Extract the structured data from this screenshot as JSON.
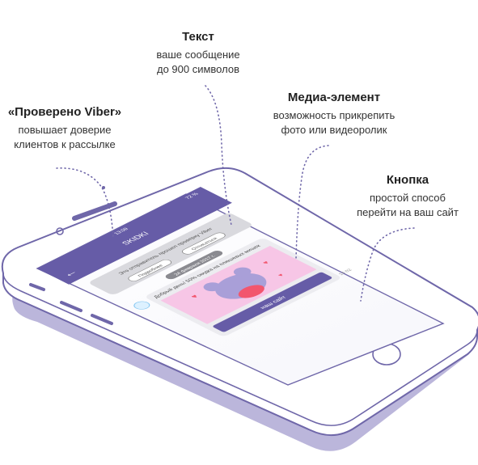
{
  "callouts": {
    "text": {
      "title": "Текст",
      "line1": "ваше сообщение",
      "line2": "до 900 символов"
    },
    "verified": {
      "title": "«Проверено Viber»",
      "line1": "повышает доверие",
      "line2": "клиентов к рассылке"
    },
    "media": {
      "title": "Медиа-элемент",
      "line1": "возможность прикрепить",
      "line2": "фото или видеоролик"
    },
    "button": {
      "title": "Кнопка",
      "line1": "простой способ",
      "line2": "перейти на ваш сайт"
    }
  },
  "phone": {
    "status_time": "13:09",
    "status_battery": "72 %",
    "header_title": "SKIDKI",
    "verify_message": "Это отправитель прошел проверку Viber",
    "more_button": "Подробнее",
    "unsubscribe_button": "Отписаться",
    "date_pill": "24 февраля 2017 г.",
    "message_text": "Добрый день! 50% скидка на плюшевых мишек",
    "cta_button": "наш сайт",
    "message_time": "14:02"
  },
  "colors": {
    "purple": "#665CA7",
    "light_purple": "#C7C3E3",
    "shadow": "#BBB6DB",
    "pink_bg": "#F7C6E6",
    "heart": "#F2566E"
  }
}
